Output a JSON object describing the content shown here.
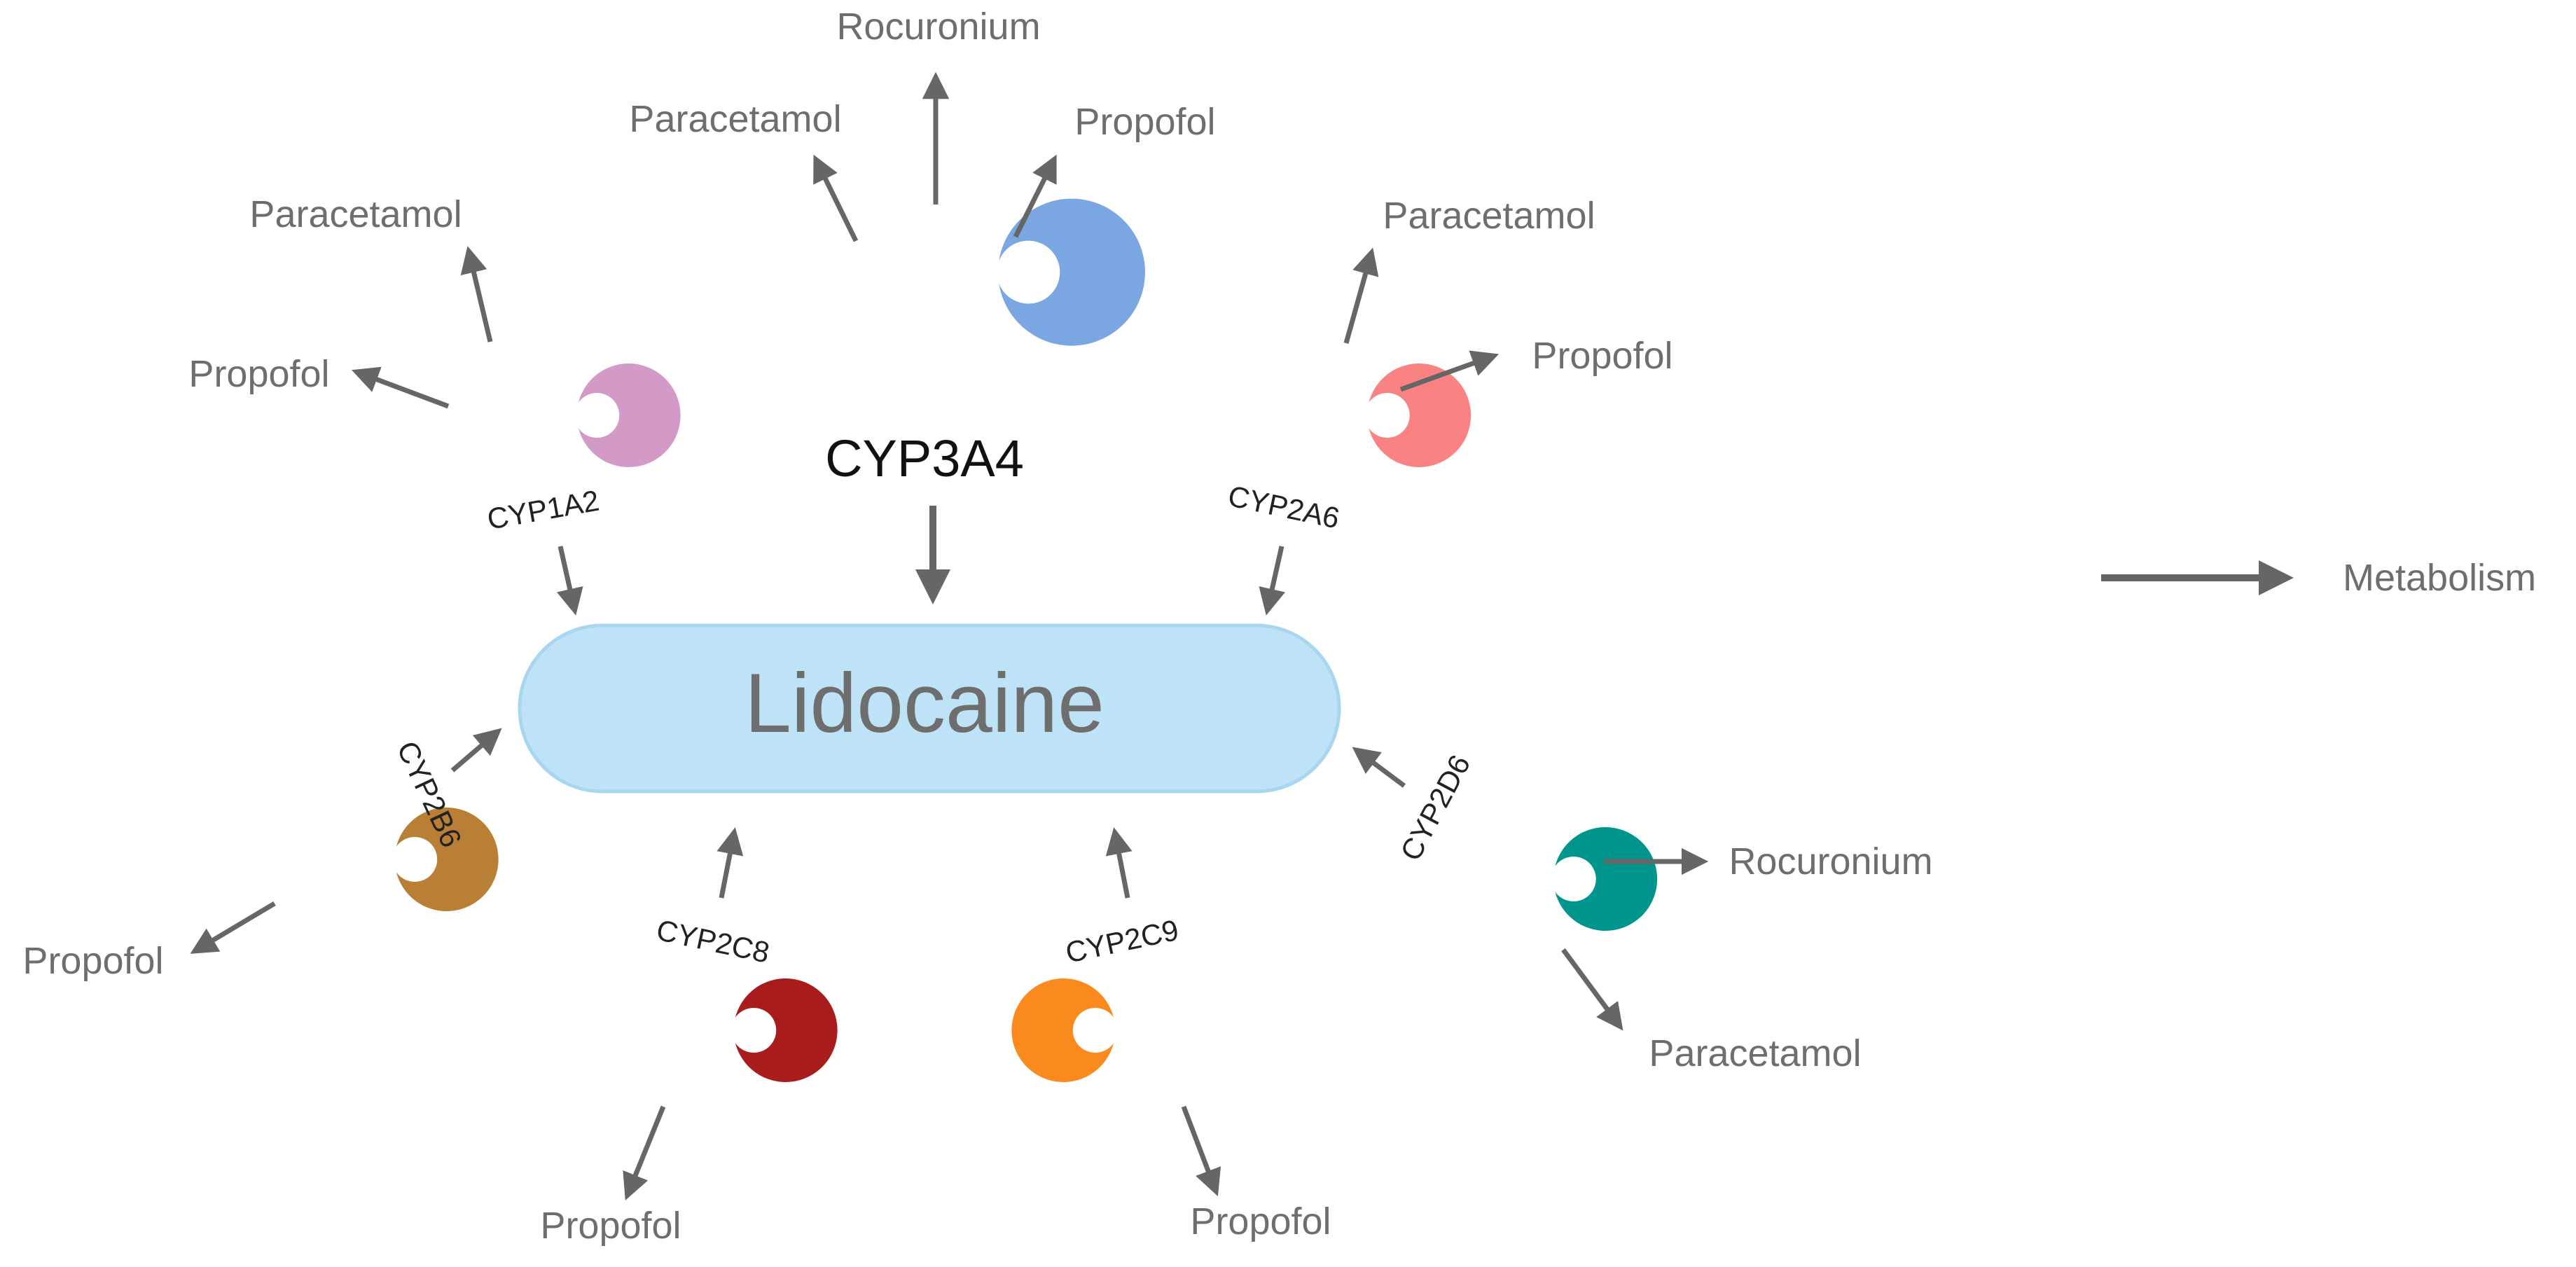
{
  "center": {
    "label": "Lidocaine",
    "fill": "#bfe3f6",
    "stroke": "#a9d6ef"
  },
  "legend": {
    "label": "Metabolism"
  },
  "enzymes": {
    "cyp3a4": {
      "label": "CYP3A4",
      "color": "#7aa6e2",
      "substrates": [
        "Paracetamol",
        "Rocuronium",
        "Propofol"
      ]
    },
    "cyp1a2": {
      "label": "CYP1A2",
      "color": "#d39ac8",
      "substrates": [
        "Paracetamol",
        "Propofol"
      ]
    },
    "cyp2a6": {
      "label": "CYP2A6",
      "color": "#f98383",
      "substrates": [
        "Paracetamol",
        "Propofol"
      ]
    },
    "cyp2b6": {
      "label": "CYP2B6",
      "color": "#b97f35",
      "substrates": [
        "Propofol"
      ]
    },
    "cyp2c8": {
      "label": "CYP2C8",
      "color": "#a81c1c",
      "substrates": [
        "Propofol"
      ]
    },
    "cyp2c9": {
      "label": "CYP2C9",
      "color": "#fb8a1e",
      "substrates": [
        "Propofol"
      ]
    },
    "cyp2d6": {
      "label": "CYP2D6",
      "color": "#00968e",
      "substrates": [
        "Rocuronium",
        "Paracetamol"
      ]
    }
  }
}
